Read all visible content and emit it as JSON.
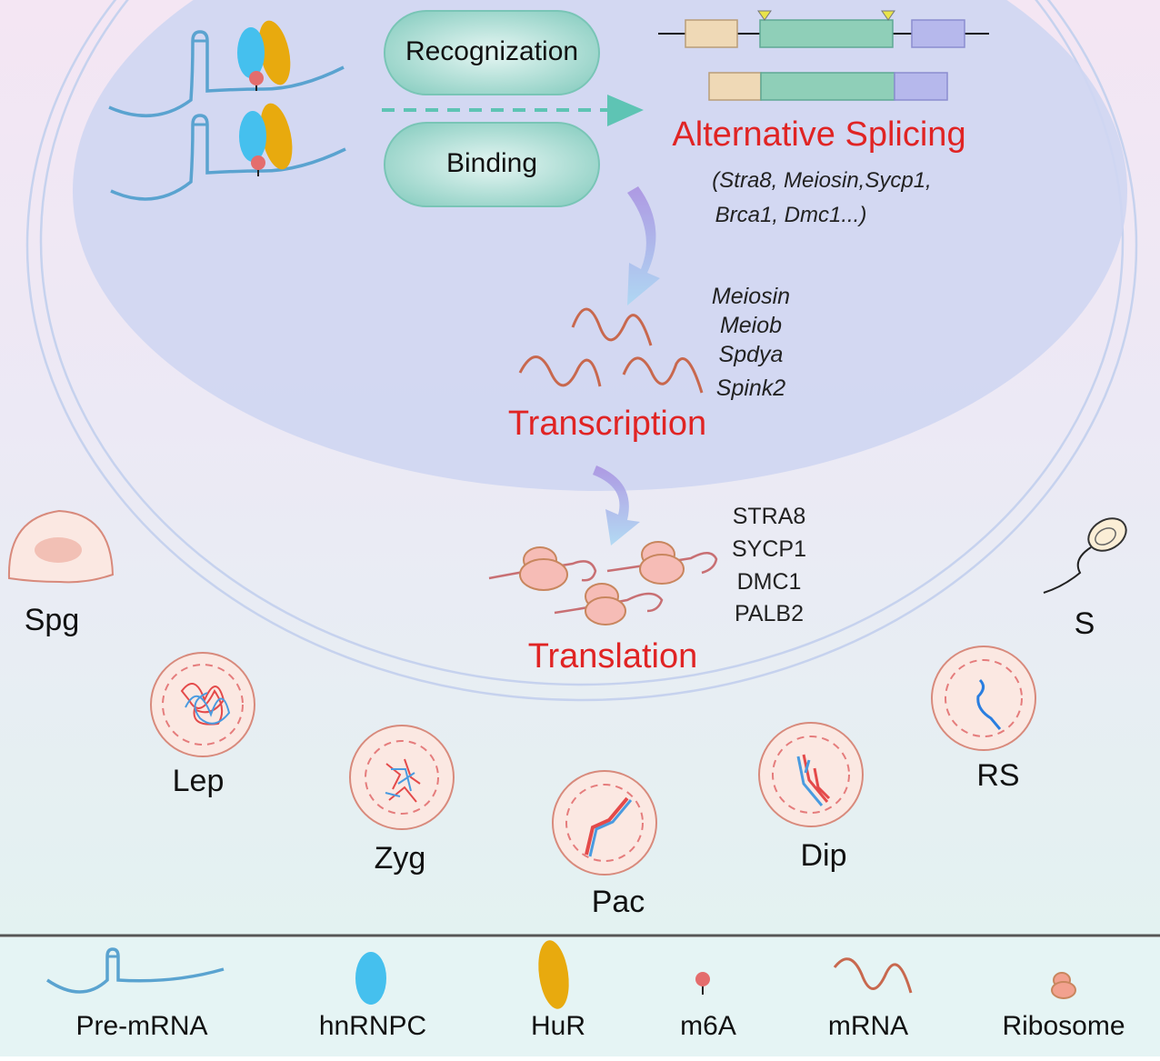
{
  "process": {
    "recognization": "Recognization",
    "binding": "Binding",
    "alternative_splicing": "Alternative Splicing",
    "splicing_genes_line1": "(Stra8, Meiosin,Sycp1,",
    "splicing_genes_line2": "Brca1, Dmc1...)",
    "transcription": "Transcription",
    "transcription_genes": [
      "Meiosin",
      "Meiob",
      "Spdya",
      "Spink2"
    ],
    "translation": "Translation",
    "translation_proteins": [
      "STRA8",
      "SYCP1",
      "DMC1",
      "PALB2"
    ]
  },
  "cells": {
    "spg": "Spg",
    "lep": "Lep",
    "zyg": "Zyg",
    "pac": "Pac",
    "dip": "Dip",
    "rs": "RS",
    "s": "S"
  },
  "legend": {
    "pre_mrna": "Pre-mRNA",
    "hnrnpc": "hnRNPC",
    "hur": "HuR",
    "m6a": "m6A",
    "mrna": "mRNA",
    "ribosome": "Ribosome"
  },
  "colors": {
    "title_red": "#e02424",
    "rna_blue": "#5aa3d0",
    "hnrnpc": "#45c0ee",
    "hur": "#e8aa0e",
    "m6a": "#e46d6d",
    "mrna": "#c8684e",
    "capsule": "#a9dcd2",
    "arrow_teal": "#5ec4b4"
  }
}
